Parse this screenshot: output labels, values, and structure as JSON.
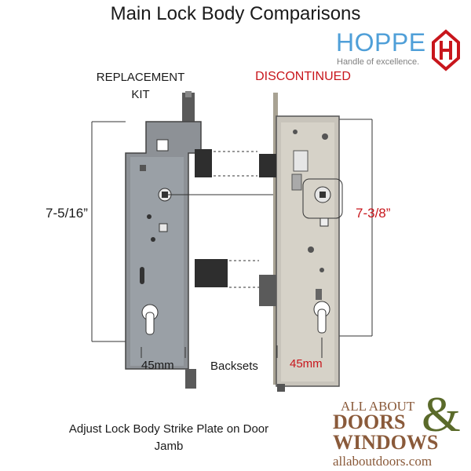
{
  "title": "Main Lock Body Comparisons",
  "replacement": {
    "label_line1": "REPLACEMENT",
    "label_line2": "KIT",
    "height": "7-5/16”",
    "backset": "45mm"
  },
  "discontinued": {
    "label": "DISCONTINUED",
    "height": "7-3/8”",
    "backset": "45mm"
  },
  "backsets_label": "Backsets",
  "note": "Adjust Lock Body Strike Plate on Door Jamb",
  "brand": {
    "name": "HOPPE",
    "tagline": "Handle of excellence.",
    "color": "#4f9fd8",
    "logo_icon": "hoppe-h-hexagon-icon",
    "logo_color": "#c8161c"
  },
  "retailer": {
    "line1": "ALL ABOUT",
    "line2": "DOORS",
    "ampersand": "&",
    "line3": "WINDOWS",
    "url": "allaboutdoors.com",
    "color": "#8a5a3a"
  },
  "colors": {
    "accent_red": "#c8161c"
  }
}
